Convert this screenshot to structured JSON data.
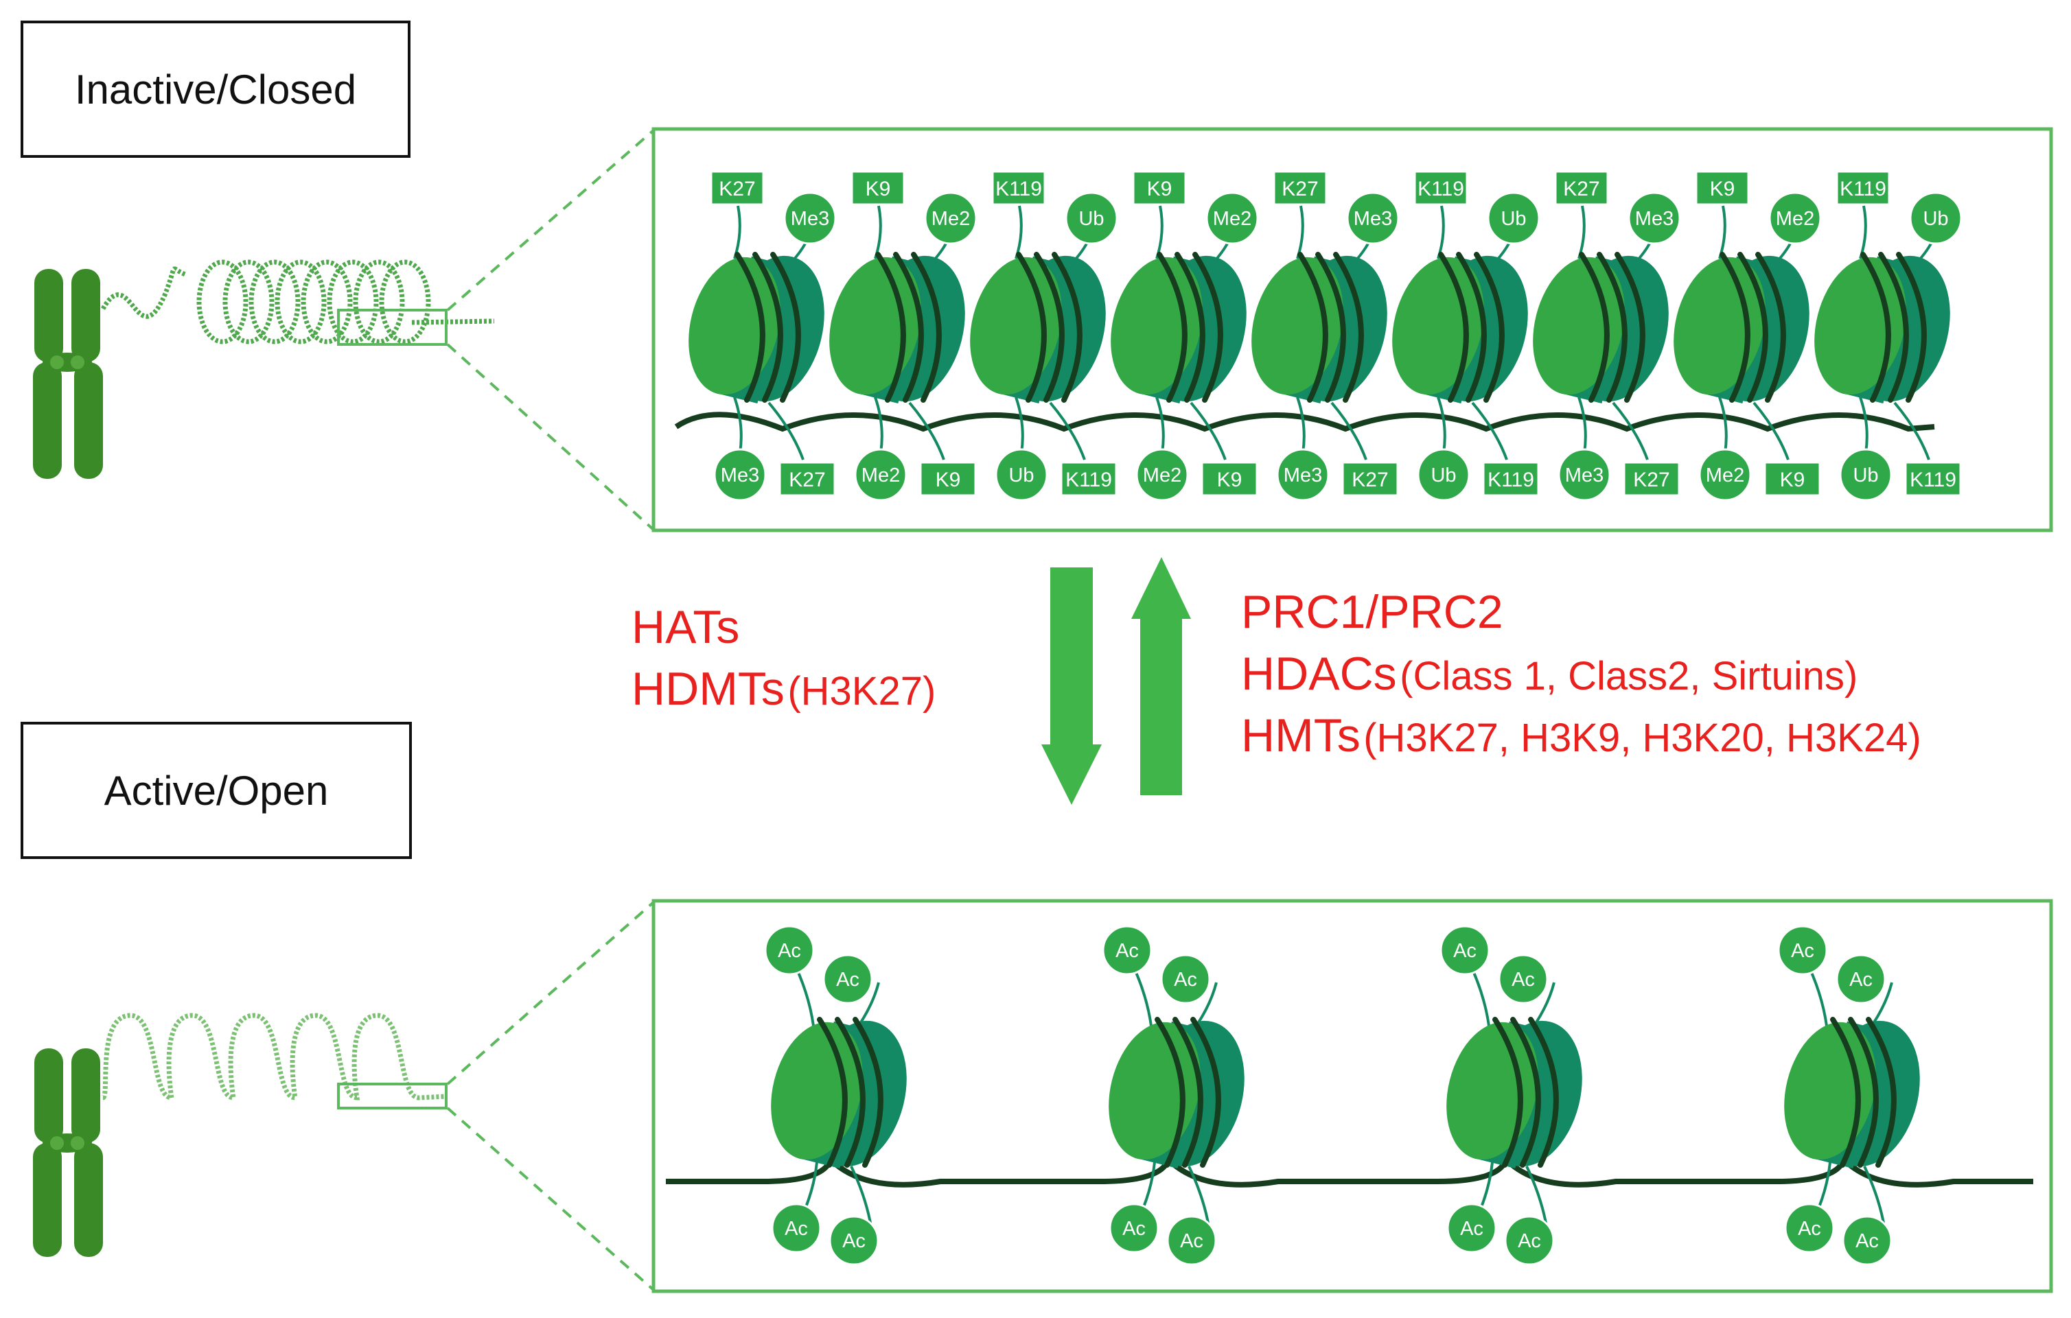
{
  "labels": {
    "inactive": "Inactive/Closed",
    "active": "Active/Open"
  },
  "enzymes_left": {
    "line1": "HATs",
    "line2": "HDMTs",
    "line2_detail": "(H3K27)"
  },
  "enzymes_right": {
    "line1": "PRC1/PRC2",
    "line2": "HDACs",
    "line2_detail": "(Class 1, Class2, Sirtuins)",
    "line3": "HMTs",
    "line3_detail": "(H3K27, H3K9, H3K20, H3K24)"
  },
  "closed_nucleosomes": [
    {
      "top_tag": "K27",
      "top_mark": "Me3",
      "bottom_mark": "Me3",
      "bottom_tag": "K27"
    },
    {
      "top_tag": "K9",
      "top_mark": "Me2",
      "bottom_mark": "Me2",
      "bottom_tag": "K9"
    },
    {
      "top_tag": "K119",
      "top_mark": "Ub",
      "bottom_mark": "Ub",
      "bottom_tag": "K119"
    },
    {
      "top_tag": "K9",
      "top_mark": "Me2",
      "bottom_mark": "Me2",
      "bottom_tag": "K9"
    },
    {
      "top_tag": "K27",
      "top_mark": "Me3",
      "bottom_mark": "Me3",
      "bottom_tag": "K27"
    },
    {
      "top_tag": "K119",
      "top_mark": "Ub",
      "bottom_mark": "Ub",
      "bottom_tag": "K119"
    },
    {
      "top_tag": "K27",
      "top_mark": "Me3",
      "bottom_mark": "Me3",
      "bottom_tag": "K27"
    },
    {
      "top_tag": "K9",
      "top_mark": "Me2",
      "bottom_mark": "Me2",
      "bottom_tag": "K9"
    },
    {
      "top_tag": "K119",
      "top_mark": "Ub",
      "bottom_mark": "Ub",
      "bottom_tag": "K119"
    }
  ],
  "open_nucleosomes": [
    {
      "marks": [
        "Ac",
        "Ac",
        "Ac",
        "Ac"
      ]
    },
    {
      "marks": [
        "Ac",
        "Ac",
        "Ac",
        "Ac"
      ]
    },
    {
      "marks": [
        "Ac",
        "Ac",
        "Ac",
        "Ac"
      ]
    },
    {
      "marks": [
        "Ac",
        "Ac",
        "Ac",
        "Ac"
      ]
    }
  ],
  "colors": {
    "frame": "#5cb85c",
    "histone_light": "#33a845",
    "histone_dark": "#138a63",
    "dna": "#173d1f",
    "chromosome": "#3a8a28",
    "mark_fill": "#2fa84a",
    "arrow": "#3fb54a",
    "enzyme_text": "#e8211e"
  }
}
